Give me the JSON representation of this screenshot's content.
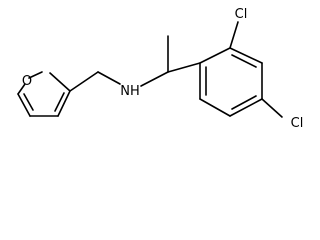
{
  "molecule": {
    "atoms": {
      "furan_oxygen": "O",
      "amine": "NH",
      "chlorine_ortho": "Cl",
      "chlorine_para": "Cl"
    },
    "colors": {
      "bond": "#000000",
      "label": "#000000",
      "background": "#ffffff"
    }
  }
}
